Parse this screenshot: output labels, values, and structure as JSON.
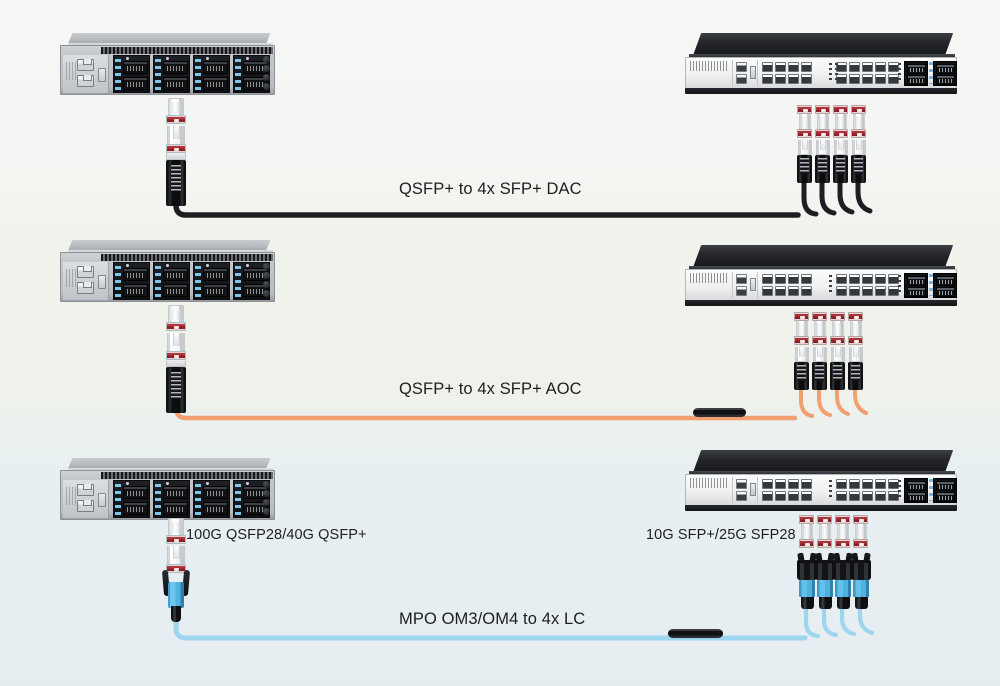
{
  "diagram": {
    "title": "QSFP breakout cable connection diagram",
    "background_bands": [
      {
        "name": "band-top",
        "color": "#f6f7f6"
      },
      {
        "name": "band-middle",
        "color": "#f0f3ec"
      },
      {
        "name": "band-bottom",
        "color": "#e7eff2"
      }
    ]
  },
  "rows": [
    {
      "id": "row-dac",
      "label": "QSFP+ to 4x SFP+   DAC",
      "cable_color": "#1c1e21",
      "left_device": "QSFP+ switch",
      "right_device": "SFP+ access switch",
      "left_connector": "QSFP+ DAC plug",
      "right_connectors": 4,
      "right_connector_type": "SFP+ DAC plug"
    },
    {
      "id": "row-aoc",
      "label": "QSFP+ to 4x SFP+   AOC",
      "cable_color": "#f2a071",
      "left_device": "QSFP+ switch",
      "right_device": "SFP+ access switch",
      "left_connector": "QSFP+ AOC transceiver",
      "right_connectors": 4,
      "right_connector_type": "SFP+ AOC transceiver"
    },
    {
      "id": "row-mpo",
      "label": "MPO OM3/OM4 to 4x LC",
      "cable_color": "#9ed5ef",
      "left_device": "QSFP28 switch",
      "right_device": "SFP28 access switch",
      "left_connector": "MPO OM3/OM4 connector",
      "right_connectors": 4,
      "right_connector_type": "LC duplex connector"
    }
  ],
  "annotations": {
    "left_module": "100G QSFP28/40G QSFP+",
    "right_module": "10G SFP+/25G SFP28"
  },
  "colors": {
    "dac_cable": "#1c1e21",
    "aoc_cable": "#f2a071",
    "mpo_cable": "#9ed5ef",
    "pull_tab_red": "#a93037",
    "lc_blue": "#55b6e0",
    "switch_silver": "#c4c7ca",
    "switch_black": "#232528",
    "text": "#1d1f22"
  }
}
